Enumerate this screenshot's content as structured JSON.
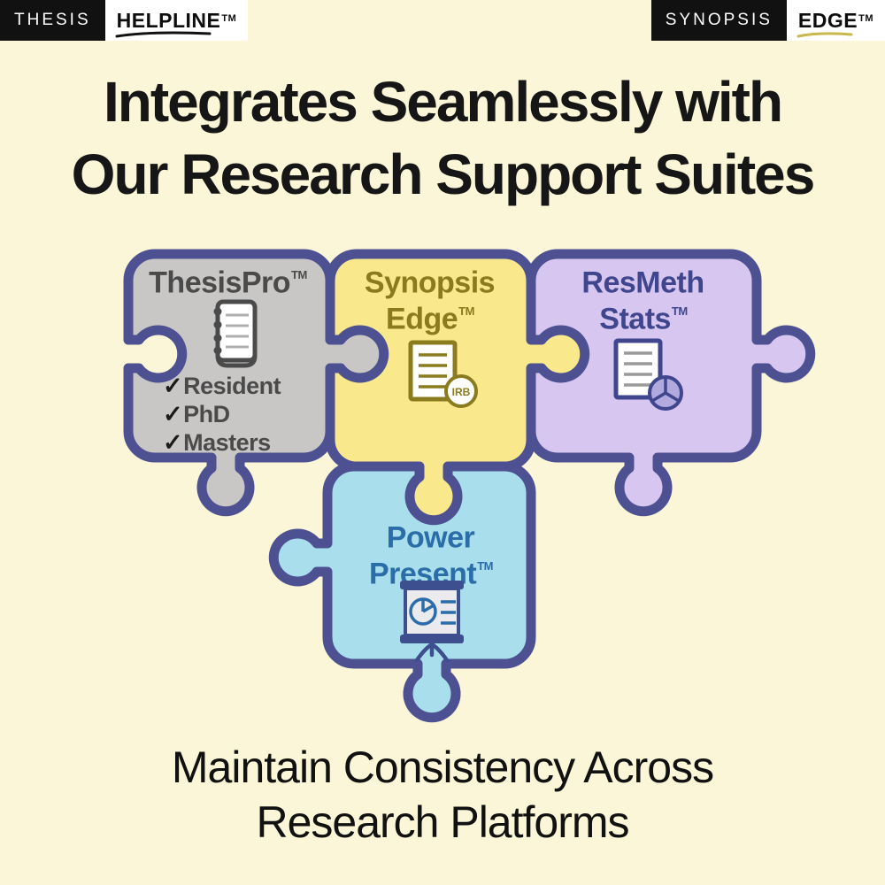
{
  "colors": {
    "background": "#FAF6D7",
    "puzzle_border": "#4D5191",
    "gray_fill": "#C9C7C5",
    "yellow_fill": "#FAE88D",
    "purple_fill": "#D7C7F0",
    "blue_fill": "#A9DFEC",
    "thesispro_text": "#4A4A4A",
    "synopsis_text": "#8A7B1E",
    "resmeth_text": "#40468D",
    "power_text": "#2B6DA8",
    "helpline_underline": "#111111",
    "edge_underline": "#C9B84C",
    "logo_black": "#111111",
    "logo_white": "#FFFFFF"
  },
  "header": {
    "left": {
      "primary": "THESIS",
      "secondary": "HELPLINE",
      "tm": "TM"
    },
    "right": {
      "primary": "SYNOPSIS",
      "secondary": "EDGE",
      "tm": "TM"
    }
  },
  "title": {
    "line1": "Integrates Seamlessly with",
    "line2": "Our Research Support Suites"
  },
  "puzzle": {
    "pieces": [
      {
        "id": "thesispro",
        "l1": "ThesisPro",
        "l1tm": "TM",
        "l2": "",
        "l2tm": "",
        "fill": "#C9C7C5",
        "icon": "spiral-notebook",
        "checklist": {
          "check": "✓",
          "items": [
            "Resident",
            "PhD",
            "Masters"
          ]
        }
      },
      {
        "id": "synopsis-edge",
        "l1": "Synopsis",
        "l1tm": "",
        "l2": "Edge",
        "l2tm": "TM",
        "fill": "#FAE88D",
        "icon": "irb-document",
        "badge": "IRB"
      },
      {
        "id": "resmeth-stats",
        "l1": "ResMeth",
        "l1tm": "",
        "l2": "Stats",
        "l2tm": "TM",
        "fill": "#D7C7F0",
        "icon": "stats-pie-document"
      },
      {
        "id": "power-present",
        "l1": "Power",
        "l1tm": "",
        "l2": "Present",
        "l2tm": "TM",
        "fill": "#A9DFEC",
        "icon": "presentation-board"
      }
    ]
  },
  "footer": {
    "line1": "Maintain Consistency Across",
    "line2": "Research Platforms"
  }
}
